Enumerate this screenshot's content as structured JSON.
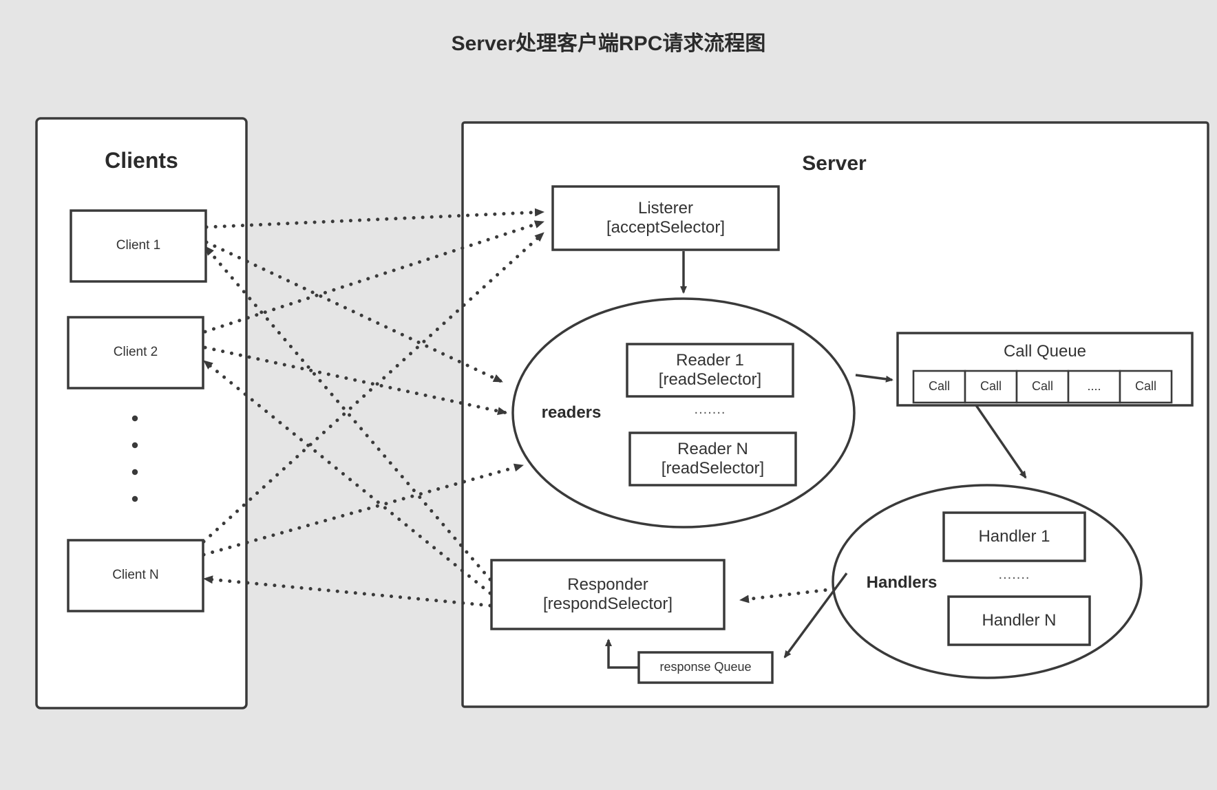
{
  "diagram": {
    "title": "Server处理客户端RPC请求流程图",
    "background_color": "#e5e5e5",
    "stroke_color": "#3a3a3a",
    "fill_color": "#ffffff",
    "type": "flowchart"
  },
  "clients_panel": {
    "title": "Clients",
    "nodes": [
      {
        "label": "Client 1"
      },
      {
        "label": "Client 2"
      },
      {
        "label": "Client  N"
      }
    ],
    "vertical_ellipsis": "• • • •"
  },
  "server_panel": {
    "title": "Server",
    "listener": {
      "line1": "Listerer",
      "line2": "[acceptSelector]"
    },
    "readers_group": {
      "label": "readers",
      "nodes": [
        {
          "line1": "Reader 1",
          "line2": "[readSelector]"
        },
        {
          "line1": "Reader N",
          "line2": "[readSelector]"
        }
      ],
      "separator": "......."
    },
    "call_queue": {
      "title": "Call Queue",
      "cells": [
        "Call",
        "Call",
        "Call",
        "....",
        "Call"
      ]
    },
    "handlers_group": {
      "label": "Handlers",
      "nodes": [
        {
          "label": "Handler 1"
        },
        {
          "label": "Handler N"
        }
      ],
      "separator": "......."
    },
    "responder": {
      "line1": "Responder",
      "line2": "[respondSelector]"
    },
    "response_queue": {
      "label": "response Queue"
    }
  }
}
